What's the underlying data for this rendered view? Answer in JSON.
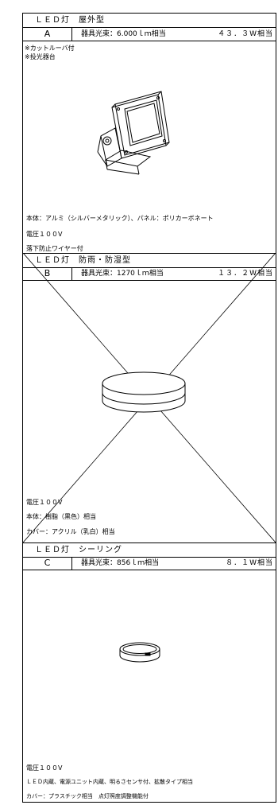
{
  "sections": [
    {
      "title": "ＬＥＤ灯　屋外型",
      "code": "A",
      "luminous_flux": "器具光束：6.000ｌｍ相当",
      "wattage": "４３．３W相当",
      "notes": [
        "※カットルーバ付",
        "※投光器台"
      ],
      "specs": [
        "本体：アルミ（シルバーメタリック）、パネル：ポリカーボネート",
        "電圧１００V",
        "落下防止ワイヤー付"
      ]
    },
    {
      "title": "ＬＥＤ灯　防雨・防湿型",
      "code": "B",
      "luminous_flux": "器具光束：1270ｌｍ相当",
      "wattage": "１３．２W相当",
      "specs": [
        "電圧１００V",
        "本体：樹脂（黒色）相当",
        "カバー：アクリル（乳白）相当"
      ]
    },
    {
      "title": "ＬＥＤ灯　シーリング",
      "code": "C",
      "luminous_flux": "器具光束：856ｌｍ相当",
      "wattage": "８．１W相当",
      "specs": [
        "電圧１００V",
        "ＬＥＤ内蔵、電源ユニット内蔵、明るさセンサ付、拡散タイプ相当",
        "カバー：プラスチック相当　点灯照度調整機能付"
      ]
    }
  ]
}
